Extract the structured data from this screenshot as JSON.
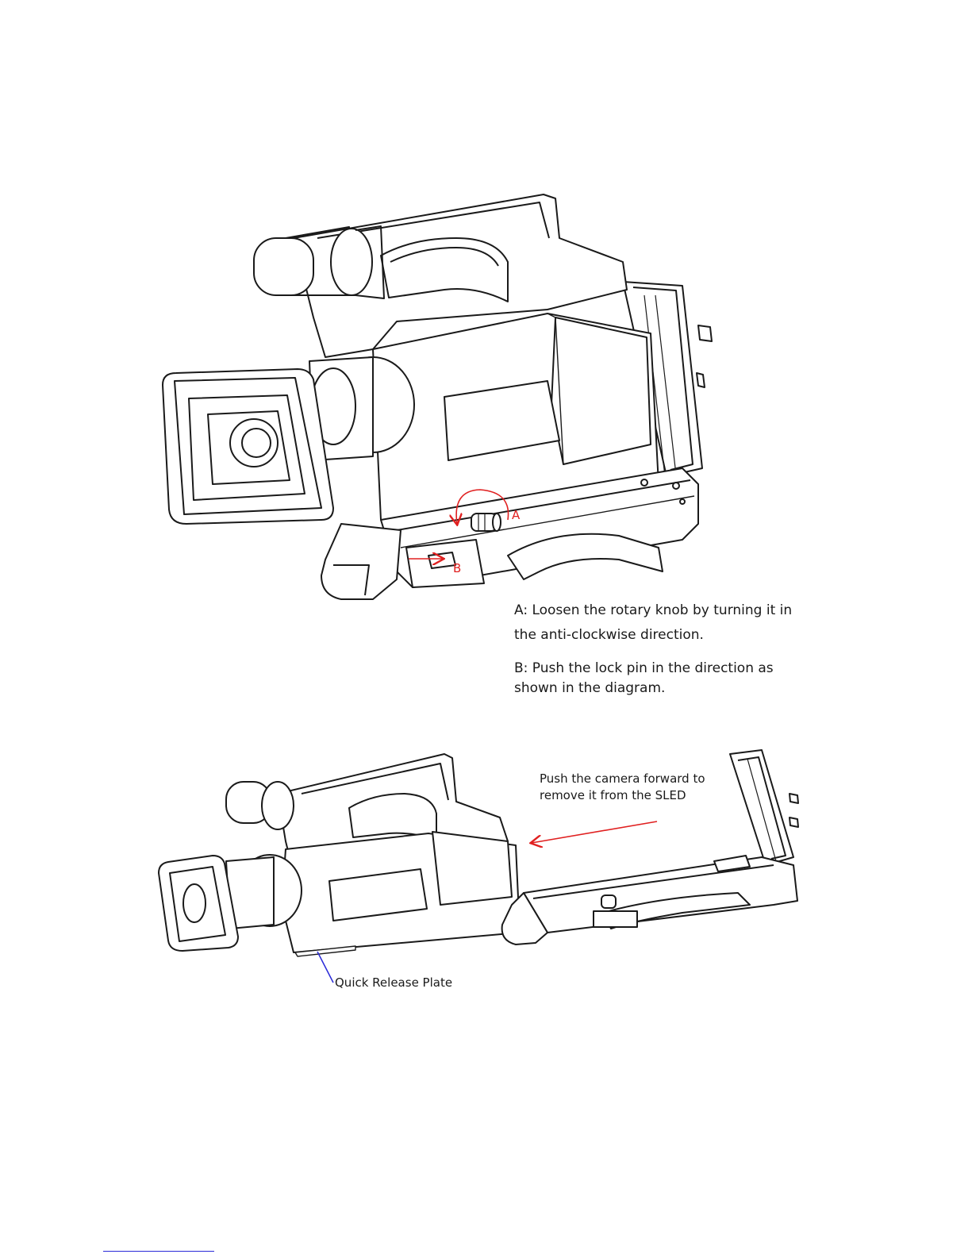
{
  "figure_top": {
    "marker_a": "A",
    "marker_b": "B",
    "instructions": [
      "A: Loosen the rotary knob by turning it in",
      "the anti-clockwise direction.",
      "B: Push the lock pin in the direction as",
      "shown in the diagram."
    ]
  },
  "figure_bottom": {
    "push_note_line1": "Push the camera forward to",
    "push_note_line2": "remove it from the SLED",
    "plate_label": "Quick Release Plate"
  },
  "colors": {
    "line_art": "#1a1a1a",
    "annotation_red": "#e02020",
    "leader_blue": "#2a2ad8"
  }
}
